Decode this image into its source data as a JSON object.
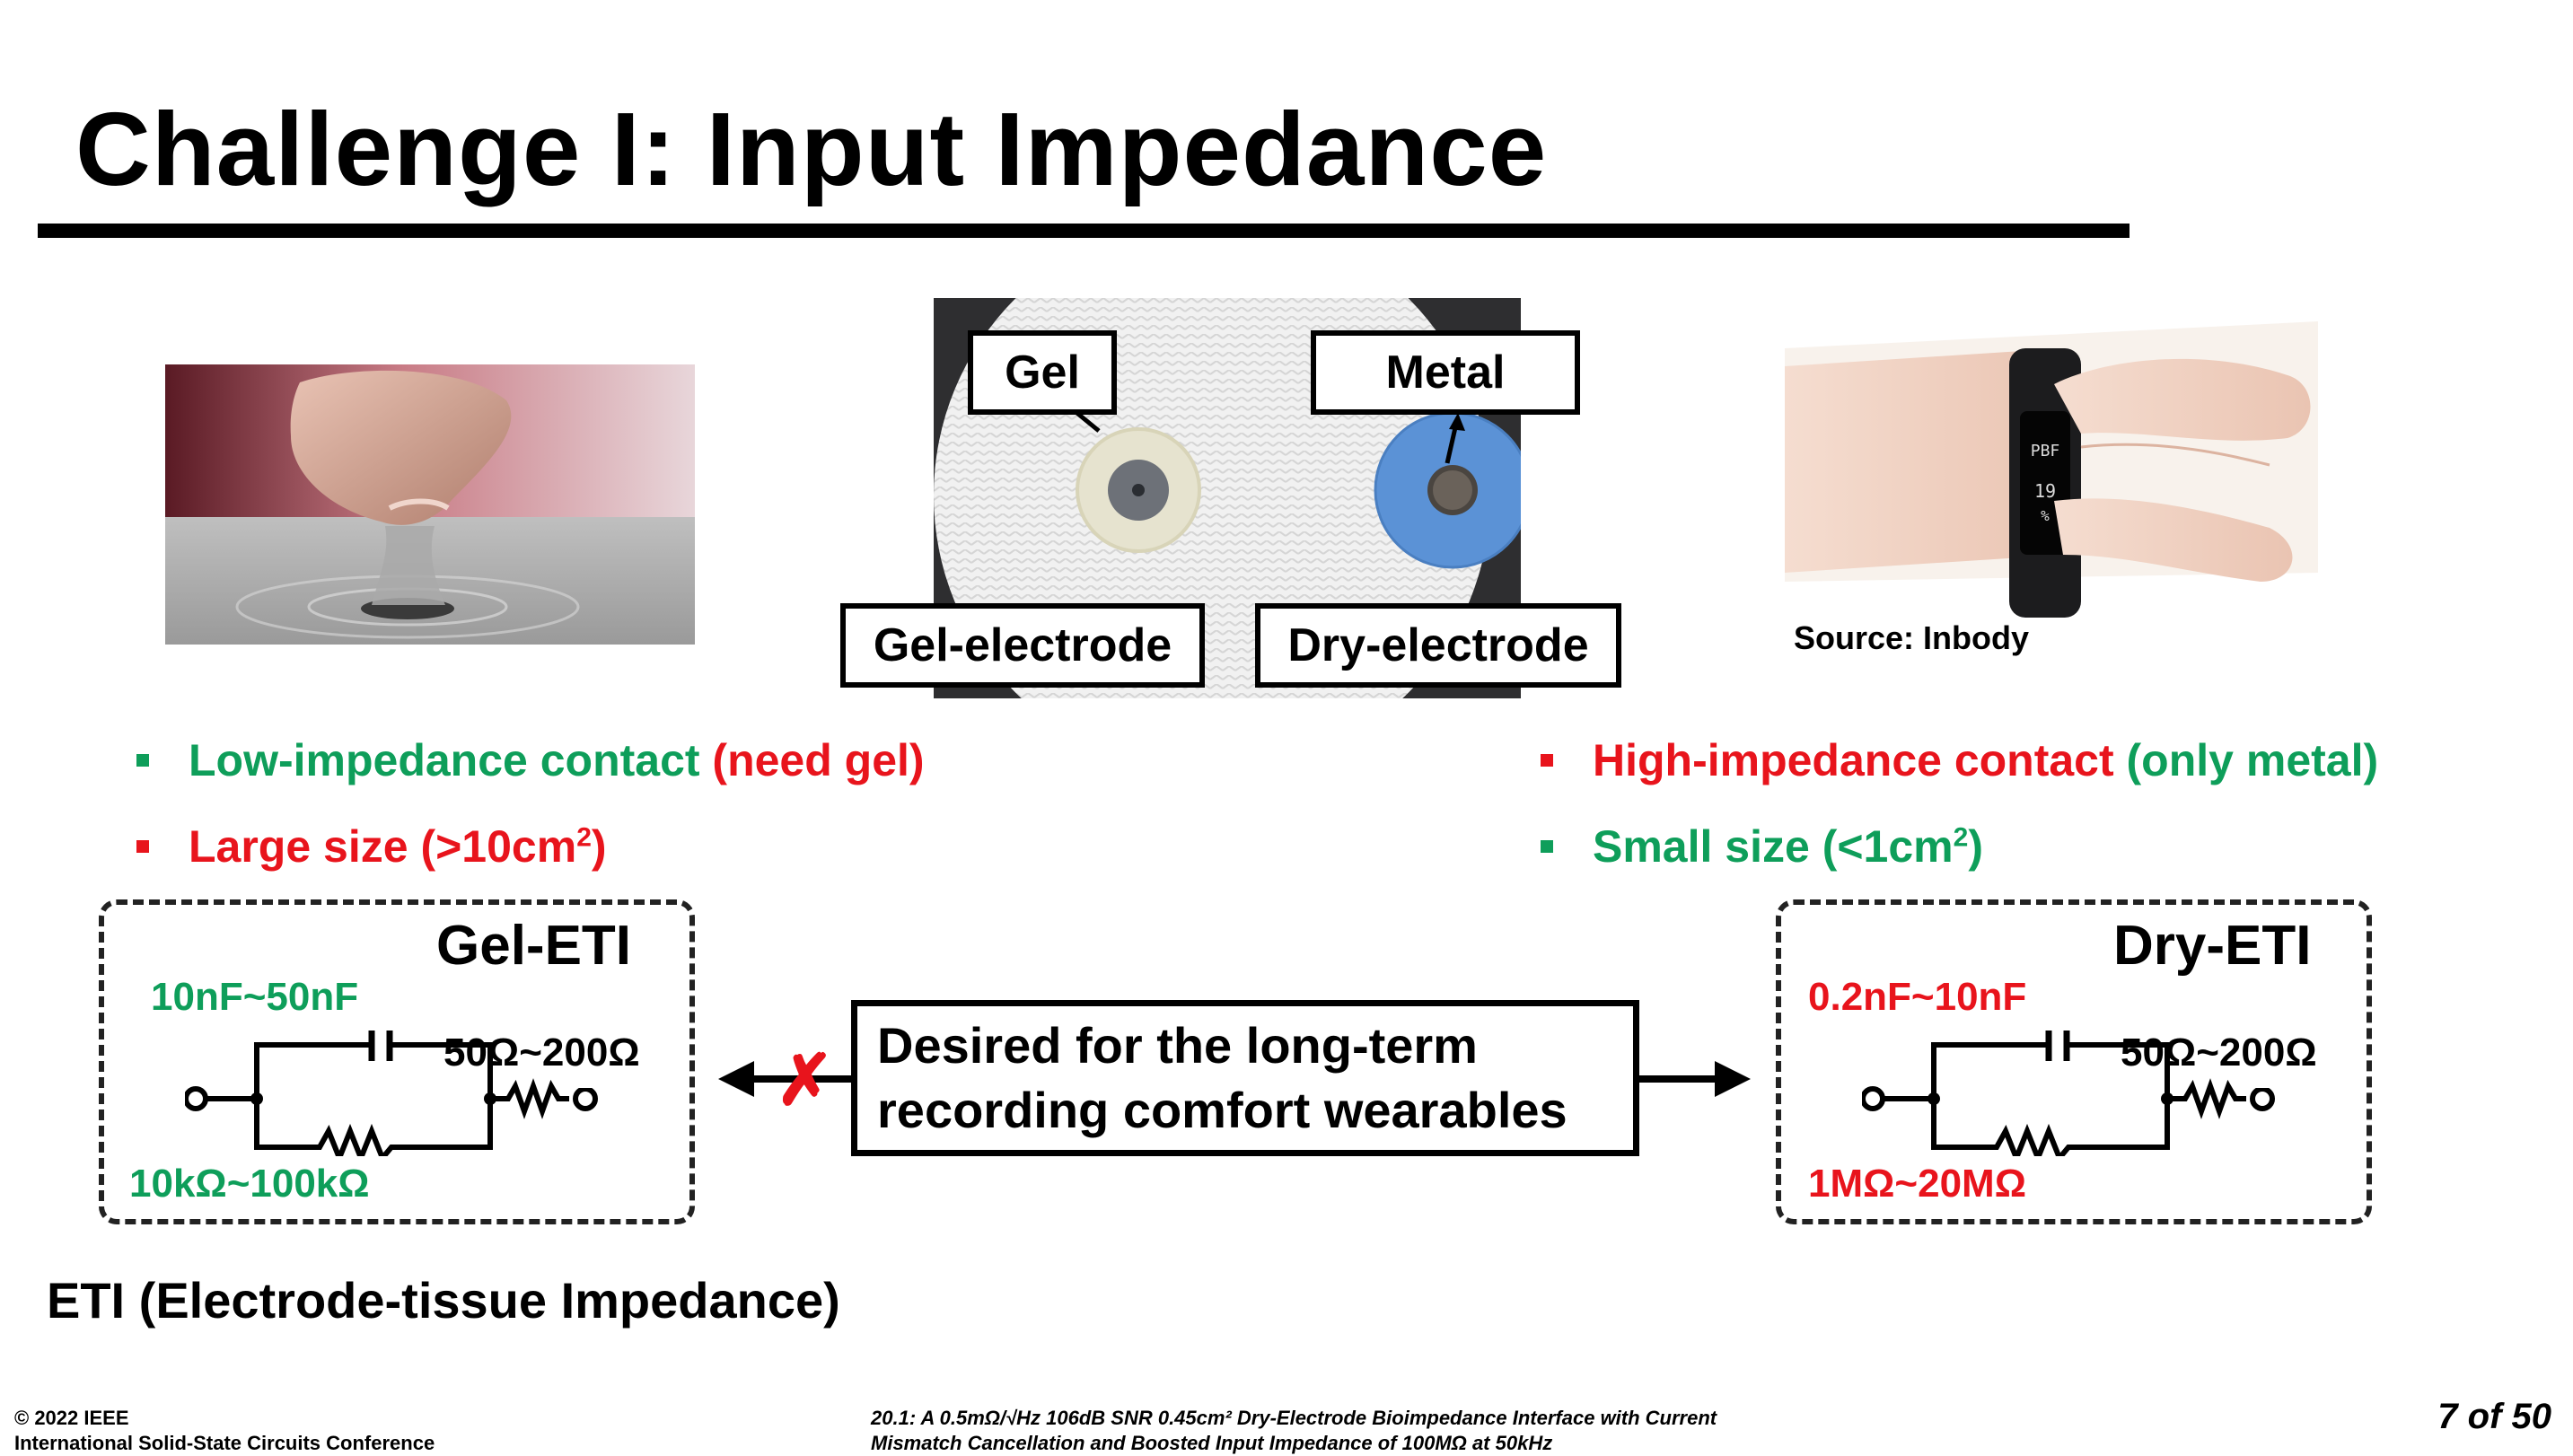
{
  "slide": {
    "title": "Challenge I: Input Impedance"
  },
  "images": {
    "gel_photo": "finger-pressing-gel-photo",
    "electrode_photo": "gel-and-dry-electrode-photo",
    "wearable_photo": "wristband-wearable-photo"
  },
  "electrode_labels": {
    "gel": "Gel",
    "metal": "Metal",
    "gel_electrode": "Gel-electrode",
    "dry_electrode": "Dry-electrode"
  },
  "source_text": "Source: Inbody",
  "bullets_left": {
    "b1_green": "Low-impedance contact",
    "b1_red": " (need gel)",
    "b2_text": "Large size (>10cm",
    "b2_sup": "2",
    "b2_end": ")"
  },
  "bullets_right": {
    "b1_red": "High-impedance contact",
    "b1_green": " (only metal)",
    "b2_text": "Small size (<1cm",
    "b2_sup": "2",
    "b2_end": ")"
  },
  "gel_eti": {
    "name": "Gel-ETI",
    "capacitance": "10nF~50nF",
    "series_r": "50Ω~200Ω",
    "parallel_r": "10kΩ~100kΩ"
  },
  "dry_eti": {
    "name": "Dry-ETI",
    "capacitance": "0.2nF~10nF",
    "series_r": "50Ω~200Ω",
    "parallel_r": "1MΩ~20MΩ"
  },
  "desire": {
    "line1": "Desired for the long-term",
    "line2": "recording comfort wearables",
    "cross": "✗"
  },
  "eti_caption": "ETI (Electrode-tissue Impedance)",
  "footer": {
    "left_line1": "© 2022 IEEE",
    "left_line2": "International Solid-State Circuits Conference",
    "mid_line1": "20.1: A 0.5mΩ/√Hz 106dB SNR 0.45cm² Dry-Electrode Bioimpedance Interface with Current",
    "mid_line2": "Mismatch Cancellation and Boosted Input Impedance of 100MΩ at 50kHz",
    "page": "7 of 50"
  },
  "colors": {
    "green": "#0e9e5a",
    "red": "#e8141c"
  }
}
